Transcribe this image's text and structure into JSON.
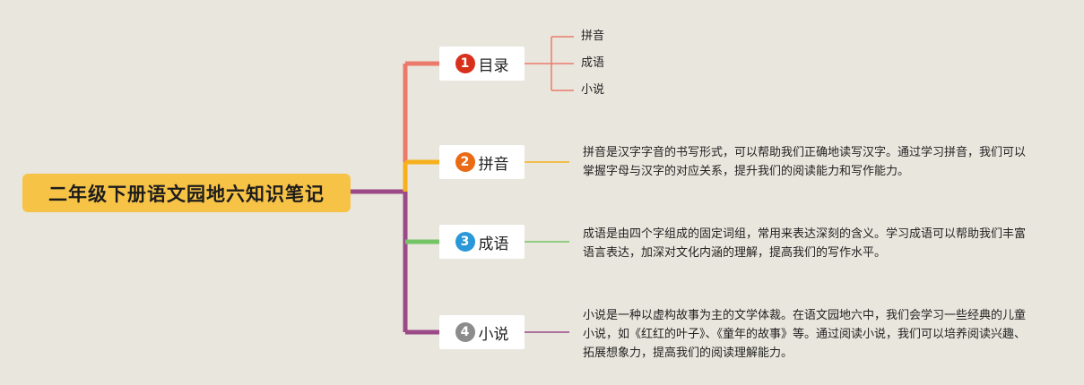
{
  "root": {
    "label": "二年级下册语文园地六知识笔记"
  },
  "branches": [
    {
      "number": "1",
      "label": "目录",
      "color": "#ec7a6c",
      "badge_color": "#d9301c",
      "children": [
        "拼音",
        "成语",
        "小说"
      ],
      "note": ""
    },
    {
      "number": "2",
      "label": "拼音",
      "color": "#f6b01d",
      "badge_color": "#ea6b16",
      "children": [],
      "note": "拼音是汉字字音的书写形式，可以帮助我们正确地读写汉字。通过学习拼音，我们可以掌握字母与汉字的对应关系，提升我们的阅读能力和写作能力。"
    },
    {
      "number": "3",
      "label": "成语",
      "color": "#74c365",
      "badge_color": "#2a97d8",
      "children": [],
      "note": "成语是由四个字组成的固定词组，常用来表达深刻的含义。学习成语可以帮助我们丰富语言表达，加深对文化内涵的理解，提高我们的写作水平。"
    },
    {
      "number": "4",
      "label": "小说",
      "color": "#9b4987",
      "badge_color": "#8c8c8c",
      "children": [],
      "note": "小说是一种以虚构故事为主的文学体裁。在语文园地六中，我们会学习一些经典的儿童小说，如《红红的叶子》、《童年的故事》等。通过阅读小说，我们可以培养阅读兴趣、拓展想象力，提高我们的阅读理解能力。"
    }
  ]
}
